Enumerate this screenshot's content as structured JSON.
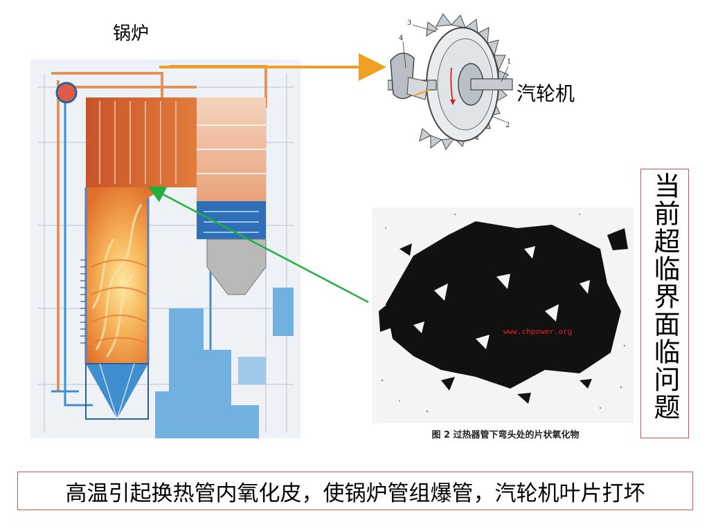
{
  "labels": {
    "boiler": "锅炉",
    "turbine": "汽轮机"
  },
  "turbine_numbers": [
    "1",
    "2",
    "3",
    "4"
  ],
  "oxide_figure": {
    "caption": "图 2 过热器管下弯头处的片状氧化物",
    "watermark": "www.chpower.org"
  },
  "side_note": "当前超临界面临问题",
  "summary": "高温引起换热管内氧化皮，使锅炉管组爆管，汽轮机叶片打坏",
  "colors": {
    "steam_arrow": "#f0a020",
    "link_arrow": "#20b040",
    "box_border": "#e05050",
    "flame": "#f08a2c",
    "water_blue": "#3f8fd0"
  }
}
